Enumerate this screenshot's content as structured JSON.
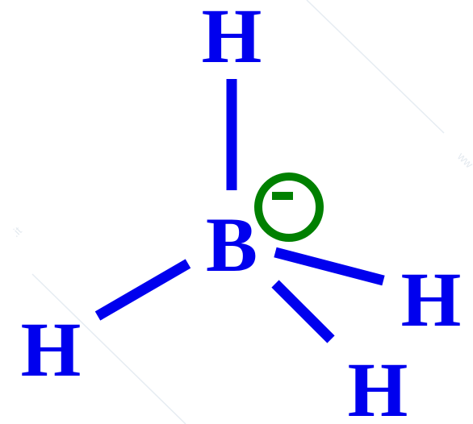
{
  "atoms": {
    "boron": "B",
    "hydrogen_top": "H",
    "hydrogen_left": "H",
    "hydrogen_right": "H",
    "hydrogen_bottom": "H"
  },
  "charge": {
    "symbol": "-"
  },
  "colors": {
    "atoms": "#0000ee",
    "bonds": "#0000ee",
    "charge": "#008000",
    "background": "#ffffff"
  }
}
